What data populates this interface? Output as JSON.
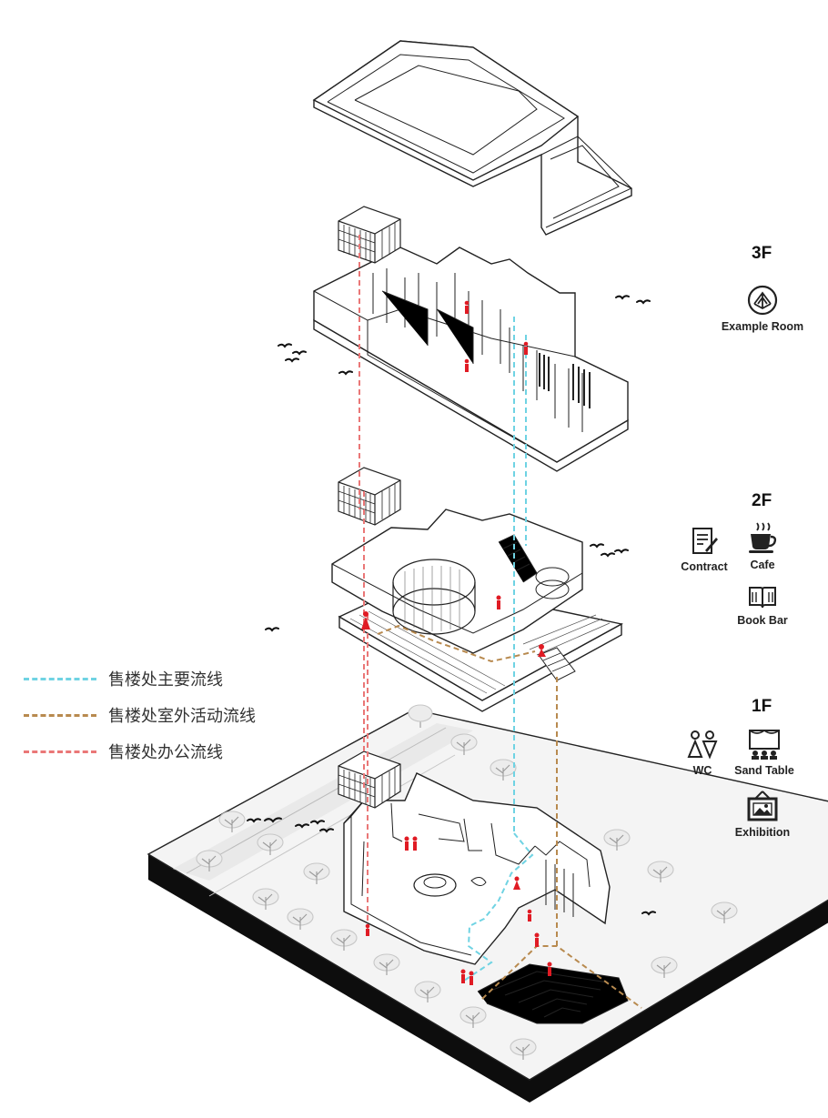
{
  "colors": {
    "main_flow": "#6fd3e3",
    "outdoor_flow": "#b88a4f",
    "office_flow": "#ea7777",
    "person": "#e01b24",
    "line": "#222222"
  },
  "legend": [
    {
      "label": "售楼处主要流线",
      "color": "#6fd3e3"
    },
    {
      "label": "售楼处室外活动流线",
      "color": "#b88a4f"
    },
    {
      "label": "售楼处办公流线",
      "color": "#ea7777"
    }
  ],
  "floors": {
    "f3": {
      "title": "3F",
      "functions": [
        {
          "label": "Example Room",
          "icon": "example-room-icon"
        }
      ]
    },
    "f2": {
      "title": "2F",
      "functions": [
        {
          "label": "Contract",
          "icon": "contract-icon"
        },
        {
          "label": "Cafe",
          "icon": "coffee-cup-icon"
        },
        {
          "label": "Book Bar",
          "icon": "book-icon"
        }
      ]
    },
    "f1": {
      "title": "1F",
      "functions": [
        {
          "label": "WC",
          "icon": "wc-icon"
        },
        {
          "label": "Sand Table",
          "icon": "sand-table-icon"
        },
        {
          "label": "Exhibition",
          "icon": "picture-frame-icon"
        }
      ]
    }
  }
}
